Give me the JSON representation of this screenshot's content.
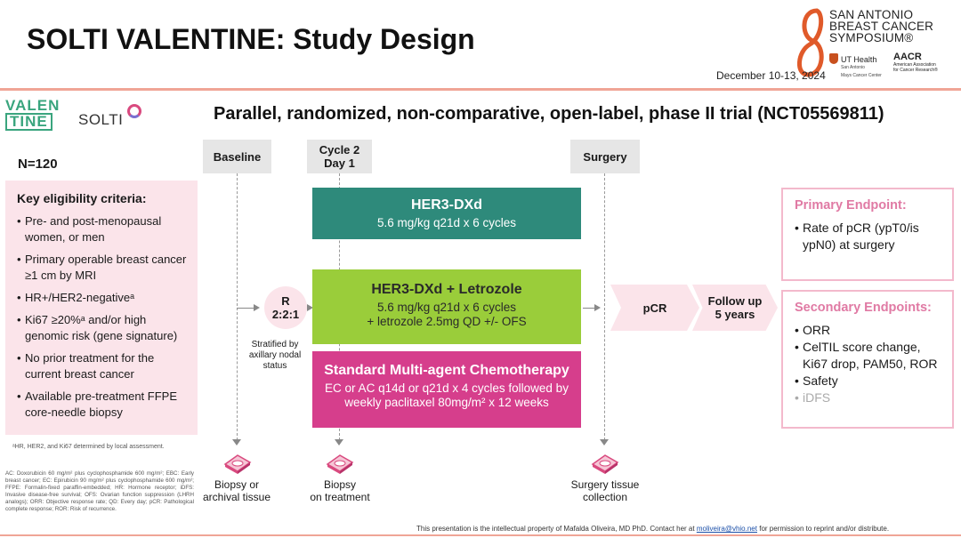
{
  "title": "SOLTI VALENTINE: Study Design",
  "conference": {
    "line1": "SAN ANTONIO",
    "line2": "BREAST CANCER",
    "line3": "SYMPOSIUM®",
    "ut_health": "UT Health",
    "ut_sub1": "San Antonio",
    "ut_sub2": "Mays Cancer Center",
    "aacr": "AACR",
    "aacr_sub1": "American Association",
    "aacr_sub2": "for Cancer Research®",
    "date": "December 10-13, 2024"
  },
  "logos": {
    "valen_top": "VALEN",
    "valen_bottom": "TINE",
    "solti": "SOLTI"
  },
  "subtitle": "Parallel, randomized, non-comparative, open-label, phase II trial (NCT05569811)",
  "n": "N=120",
  "eligibility": {
    "heading": "Key eligibility criteria:",
    "items": [
      "Pre- and post-menopausal women, or men",
      "Primary operable breast cancer ≥1 cm by MRI",
      "HR+/HER2-negativeᵃ",
      "Ki67 ≥20%ᵃ and/or high genomic risk (gene signature)",
      "No prior treatment for the current breast cancer",
      "Available pre-treatment FFPE core-needle biopsy"
    ],
    "footnote": "ᵃHR, HER2, and Ki67 determined by local assessment."
  },
  "abbreviations": "AC: Doxorubicin 60 mg/m² plus cyclophosphamide 600 mg/m²; EBC: Early breast cancer; EC: Epirubicin 90 mg/m² plus cyclophosphamide 600 mg/m²; FFPE: Formalin-fixed paraffin-embedded; HR: Hormone receptor; iDFS: Invasive disease-free survival; OFS: Ovarian function suppression (LHRH analogs); ORR: Objective response rate; QD: Every day; pCR: Pathological complete response; ROR: Risk of recurrence.",
  "timeline": {
    "baseline": "Baseline",
    "cycle2_line1": "Cycle 2",
    "cycle2_line2": "Day 1",
    "surgery": "Surgery"
  },
  "randomization": {
    "line1": "R",
    "line2": "2:2:1",
    "stratified": "Stratified by axillary nodal status"
  },
  "arms": [
    {
      "title": "HER3-DXd",
      "line1": "5.6 mg/kg q21d x 6 cycles",
      "line2": ""
    },
    {
      "title": "HER3-DXd + Letrozole",
      "line1": "5.6 mg/kg q21d x 6 cycles",
      "line2": "+ letrozole 2.5mg QD +/- OFS"
    },
    {
      "title": "Standard Multi-agent Chemotherapy",
      "line1": "EC or AC q14d or q21d x 4 cycles followed by",
      "line2": "weekly paclitaxel 80mg/m² x 12 weeks"
    }
  ],
  "outcomes": {
    "pcr": "pCR",
    "follow_line1": "Follow up",
    "follow_line2": "5 years"
  },
  "primary_endpoint": {
    "heading": "Primary Endpoint:",
    "items": [
      "Rate of pCR (ypT0/is ypN0) at surgery"
    ]
  },
  "secondary_endpoints": {
    "heading": "Secondary Endpoints:",
    "items": [
      "ORR",
      "CelTIL score change, Ki67 drop, PAM50, ROR",
      "Safety"
    ],
    "muted_item": "iDFS"
  },
  "biopsies": {
    "b1_line1": "Biopsy or",
    "b1_line2": "archival tissue",
    "b2_line1": "Biopsy",
    "b2_line2": "on treatment",
    "b3_line1": "Surgery tissue",
    "b3_line2": "collection"
  },
  "footer": {
    "text": "This presentation is the intellectual property of Mafalda Oliveira, MD PhD. Contact her at",
    "email": "moliveira@vhio.net",
    "text2": "for permission to reprint and/or distribute."
  },
  "colors": {
    "arm1": "#2e8a7b",
    "arm2": "#9acd3a",
    "arm3": "#d63e8c",
    "pink_bg": "#fbe4ea",
    "endpoint_heading": "#e07aa4",
    "accent_rule": "#f0a596"
  }
}
